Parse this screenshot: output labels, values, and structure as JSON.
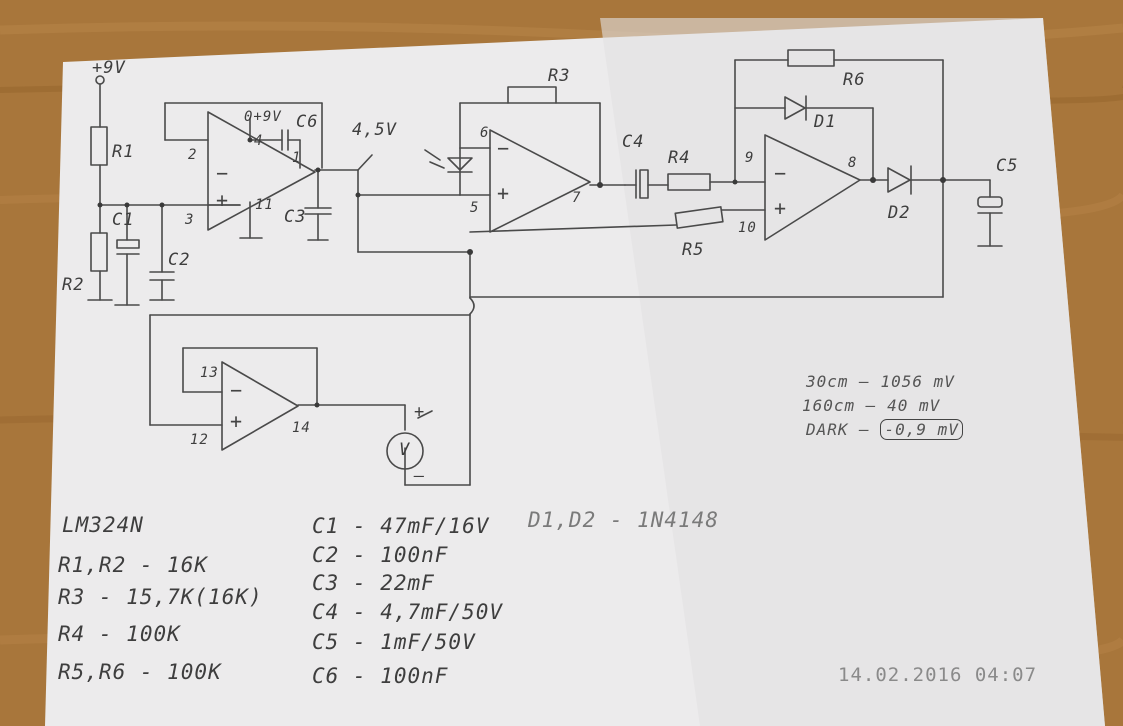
{
  "supply": "+9V",
  "mid_voltage": "4,5V",
  "pins": {
    "p1": "1",
    "p2": "2",
    "p3": "3",
    "p4": "4",
    "p11": "11",
    "p6": "6",
    "p5": "5",
    "p7": "7",
    "p9": "9",
    "p10": "10",
    "p8": "8",
    "p13": "13",
    "p12": "12",
    "p14": "14",
    "cap_pin": "0+9V"
  },
  "labels": {
    "R1": "R1",
    "R2": "R2",
    "R3": "R3",
    "R4": "R4",
    "R5": "R5",
    "R6": "R6",
    "C1": "C1",
    "C2": "C2",
    "C3": "C3",
    "C4": "C4",
    "C5": "C5",
    "C6": "C6",
    "D1": "D1",
    "D2": "D2",
    "meter": "V",
    "meter_plus": "+",
    "meter_minus": "—"
  },
  "parts_list": {
    "chip": "LM324N",
    "resistors": [
      "R1,R2 - 16K",
      "R3 - 15,7K(16K)",
      "R4 - 100K",
      "R5,R6 - 100K"
    ],
    "capacitors": [
      "C1 - 47mF/16V",
      "C2 - 100nF",
      "C3 - 22mF",
      "C4 - 4,7mF/50V",
      "C5 - 1mF/50V",
      "C6 - 100nF"
    ],
    "diodes": "D1,D2 - 1N4148"
  },
  "measurements": [
    {
      "label": "30cm",
      "value": "1056 mV"
    },
    {
      "label": "160cm",
      "value": "40 mV"
    },
    {
      "label": "DARK",
      "value": "-0,9 mV"
    }
  ],
  "timestamp": "14.02.2016 04:07"
}
